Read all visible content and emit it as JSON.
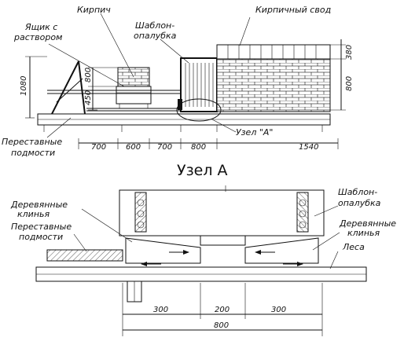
{
  "labels": {
    "brick": "Кирпич",
    "brick_vault": "Кирпичный свод",
    "mortar_box_l1": "Ящик с",
    "mortar_box_l2": "раствором",
    "formwork_top_l1": "Шаблон-",
    "formwork_top_l2": "опалубка",
    "movable_scaffold_top_l1": "Переставные",
    "movable_scaffold_top_l2": "подмости",
    "node_ref": "Узел \"А\"",
    "node_title": "Узел А",
    "wood_wedges_left_l1": "Деревянные",
    "wood_wedges_left_l2": "клинья",
    "movable_scaffold_bottom_l1": "Переставные",
    "movable_scaffold_bottom_l2": "подмости",
    "formwork_bottom_l1": "Шаблон-",
    "formwork_bottom_l2": "опалубка",
    "wood_wedges_right_l1": "Деревянные",
    "wood_wedges_right_l2": "клинья",
    "scaffolding": "Леса"
  },
  "dimensions": {
    "top_row": [
      "700",
      "600",
      "700",
      "800",
      "1540"
    ],
    "left_height_total": "1080",
    "left_height_mid": "800",
    "left_height_low": "450",
    "right_height_upper": "380",
    "right_height_lower": "800",
    "bottom_row": [
      "300",
      "200",
      "300"
    ],
    "bottom_total": "800"
  }
}
